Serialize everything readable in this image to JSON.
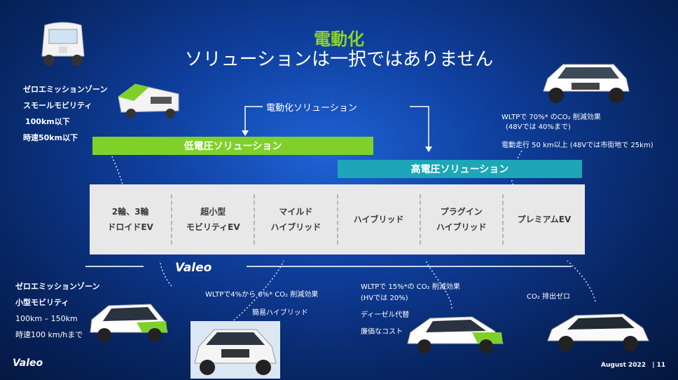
{
  "title": {
    "line1": "電動化",
    "line2": "ソリューションは一択ではありません"
  },
  "solution_label": "電動化ソリューション",
  "bands": {
    "low": "低電圧ソリューション",
    "high": "高電圧ソリューション"
  },
  "categories": [
    {
      "line1": "2輪、3輪",
      "line2": "ドロイドEV"
    },
    {
      "line1": "超小型",
      "line2": "モビリティEV"
    },
    {
      "line1": "マイルド",
      "line2": "ハイブリッド"
    },
    {
      "line1": "ハイブリッド",
      "line2": ""
    },
    {
      "line1": "プラグイン",
      "line2": "ハイブリッド"
    },
    {
      "line1": "プレミアムEV",
      "line2": ""
    }
  ],
  "top_left": {
    "lines": [
      "ゼロエミッションゾーン",
      "スモールモビリティ",
      "100km以下",
      "時速50km以下"
    ]
  },
  "top_right": {
    "line1": "WLTPで 70%* のCO₂ 削減効果",
    "line2": "(48Vでは 40%まで)",
    "line3": "電動走行 50 km以上  (48Vでは市街地で 25km)"
  },
  "bottom_left": {
    "lines": [
      "ゼロエミッションゾーン",
      "小型モビリティ",
      "100km – 150km",
      "時速100 km/hまで"
    ]
  },
  "mild_hybrid": {
    "line1": "WLTPで4%から 6%* CO₂ 削減効果",
    "line2": "簡易ハイブリッド"
  },
  "phev": {
    "line1": "WLTPで 15%*の CO₂ 削減効果",
    "line2": "(HVでは 20%)",
    "line3": "ディーゼル代替",
    "line4": "廉価なコスト"
  },
  "premium": {
    "line1": "CO₂ 排出ゼロ"
  },
  "logos": {
    "center": "Valeo",
    "corner": "Valeo"
  },
  "footer": {
    "date": "August 2022",
    "page": "| 11"
  },
  "icons": [
    "tuk-tuk-icon",
    "droid-ev-icon",
    "suv-volvo-icon",
    "microcar-icon",
    "suv-hyundai-icon",
    "hatchback-golf-icon",
    "ev-id3-icon"
  ],
  "colors": {
    "green": "#7fd12a",
    "teal": "#1ca6b8",
    "strip": "#e8e8e8"
  }
}
